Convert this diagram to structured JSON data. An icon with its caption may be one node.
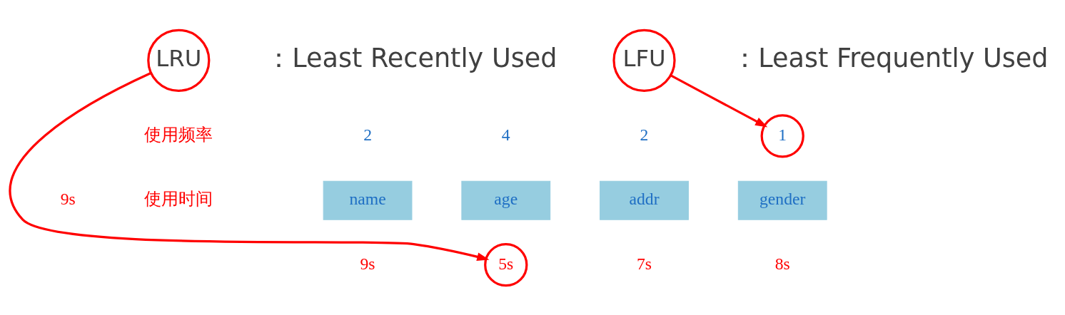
{
  "diagram": {
    "nodes": [
      {
        "text": [
          "LRU"
        ],
        "beside": [
          "：Least Recently Used"
        ]
      },
      {
        "text": [
          "LFU"
        ],
        "beside": [
          "：Least Frequently Used"
        ]
      },
      {
        "text": [
          "5s"
        ]
      },
      {
        "text": [
          "1"
        ]
      },
      {
        "text": [
          "name"
        ]
      },
      {
        "text": [
          "age"
        ]
      },
      {
        "text": [
          "addr"
        ]
      },
      {
        "text": [
          "gender"
        ]
      }
    ],
    "edges": [
      {
        "from": 0,
        "to": 2,
        "arrow": "to"
      },
      {
        "from": 1,
        "to": 3,
        "arrow": "to"
      }
    ],
    "labels": [
      "使用频率",
      "2",
      "4",
      "2",
      "9s",
      "使用时间",
      "9s",
      "7s",
      "8s"
    ]
  }
}
